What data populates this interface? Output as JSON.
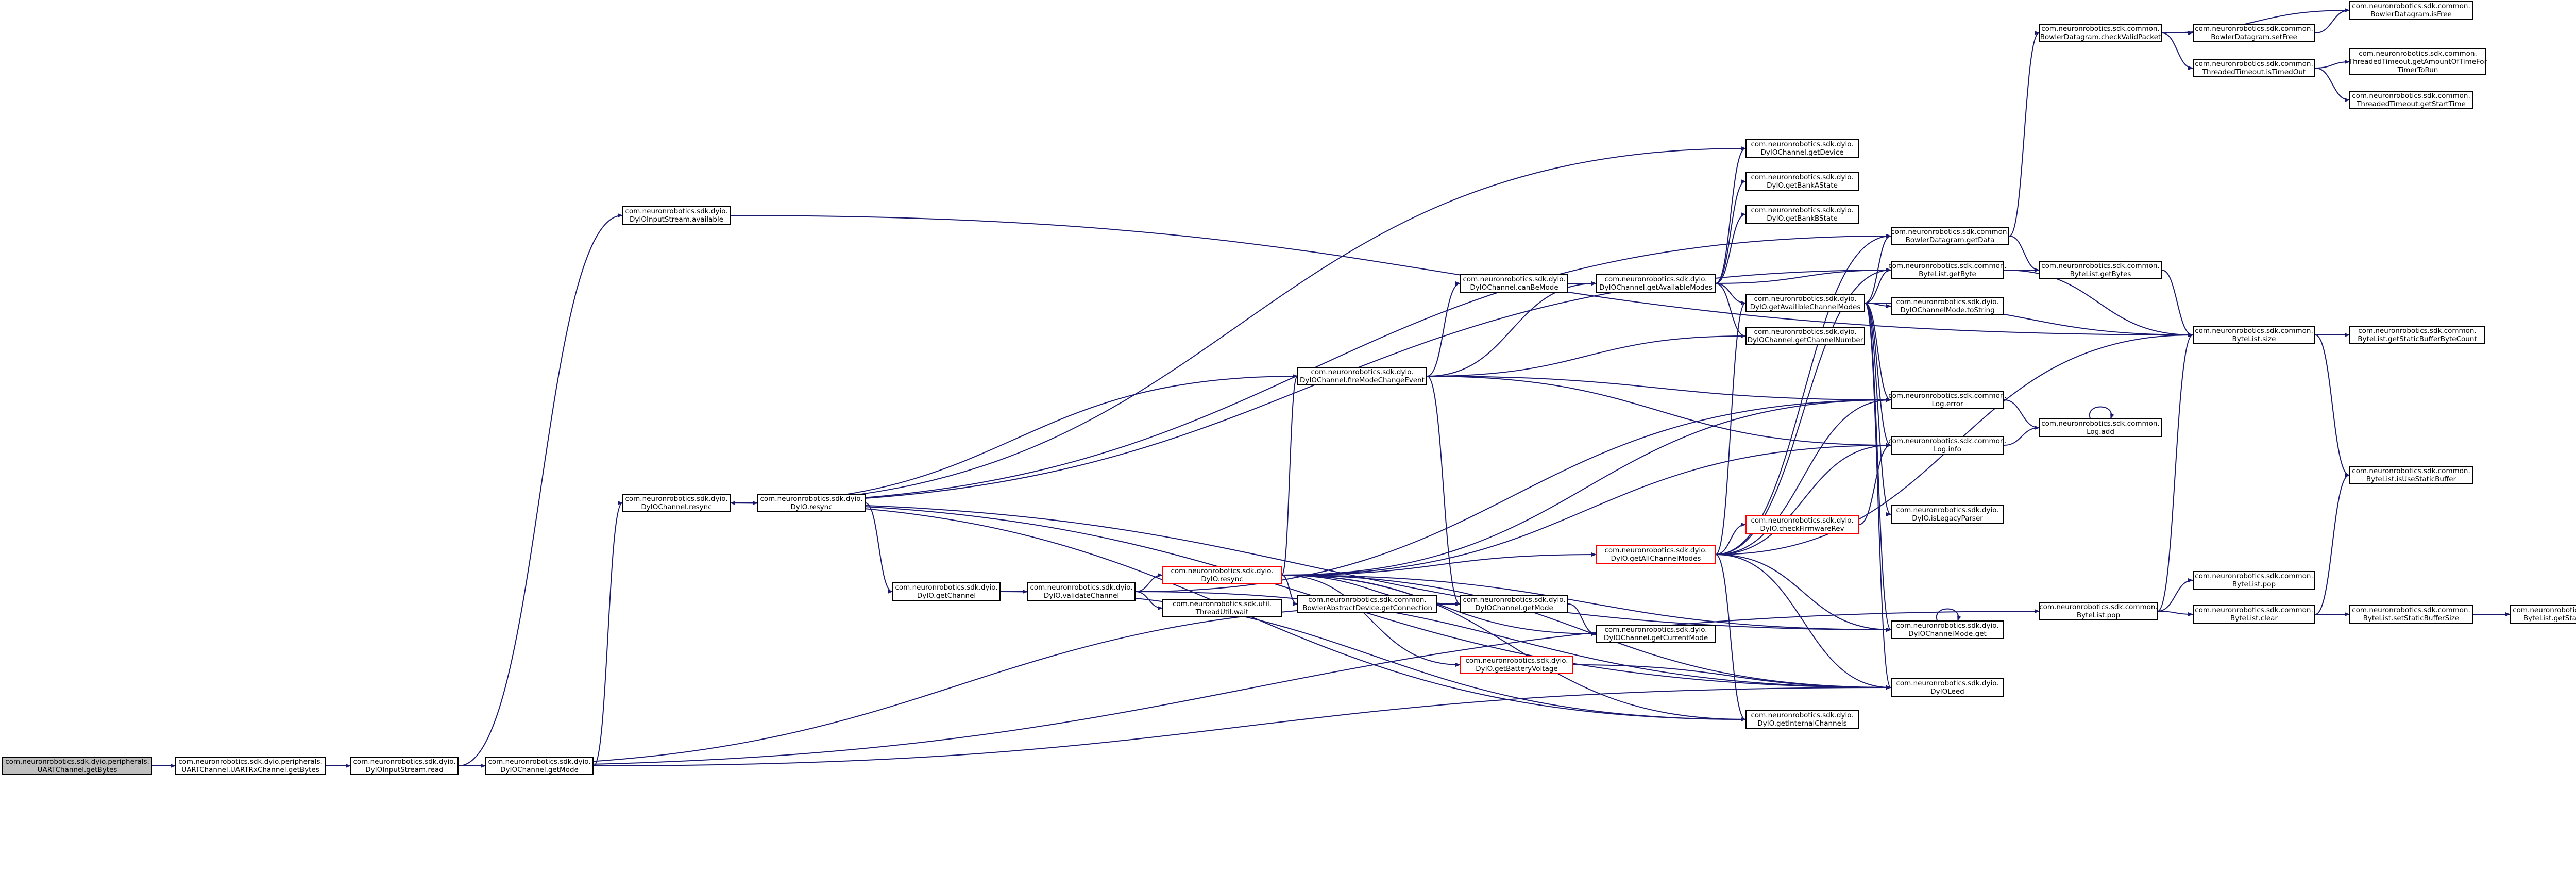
{
  "diagram": {
    "type": "call-graph",
    "edge_color": "#191970",
    "highlight_border_color": "#ff0000",
    "start_fill_color": "#bfbfbf",
    "nodes": [
      {
        "id": "n1",
        "lines": [
          "com.neuronrobotics.sdk.dyio.peripherals.",
          "UARTChannel.getBytes"
        ]
      },
      {
        "id": "n2",
        "lines": [
          "com.neuronrobotics.sdk.dyio.peripherals.",
          "UARTChannel.UARTRxChannel.getBytes"
        ]
      },
      {
        "id": "n3",
        "lines": [
          "com.neuronrobotics.sdk.dyio.",
          "DyIOInputStream.read"
        ]
      },
      {
        "id": "n4",
        "lines": [
          "com.neuronrobotics.sdk.dyio.",
          "DyIOInputStream.available"
        ]
      },
      {
        "id": "n5",
        "lines": [
          "com.neuronrobotics.sdk.dyio.",
          "DyIOChannel.getMode"
        ]
      },
      {
        "id": "n6",
        "lines": [
          "com.neuronrobotics.sdk.dyio.",
          "DyIOChannel.resync"
        ]
      },
      {
        "id": "n7",
        "lines": [
          "com.neuronrobotics.sdk.dyio.",
          "DyIO.resync"
        ]
      },
      {
        "id": "n8",
        "lines": [
          "com.neuronrobotics.sdk.dyio.",
          "DyIO.getChannel"
        ]
      },
      {
        "id": "n9",
        "lines": [
          "com.neuronrobotics.sdk.dyio.",
          "DyIO.validateChannel"
        ]
      },
      {
        "id": "n10",
        "lines": [
          "com.neuronrobotics.sdk.dyio.",
          "DyIO.resync"
        ]
      },
      {
        "id": "n11",
        "lines": [
          "com.neuronrobotics.sdk.util.",
          "ThreadUtil.wait"
        ]
      },
      {
        "id": "n12",
        "lines": [
          "com.neuronrobotics.sdk.dyio.",
          "DyIOChannel.fireModeChangeEvent"
        ]
      },
      {
        "id": "n13",
        "lines": [
          "com.neuronrobotics.sdk.common.",
          "BowlerAbstractDevice.getConnection"
        ]
      },
      {
        "id": "n14",
        "lines": [
          "com.neuronrobotics.sdk.dyio.",
          "DyIOChannel.getMode"
        ]
      },
      {
        "id": "n15",
        "lines": [
          "com.neuronrobotics.sdk.dyio.",
          "DyIO.getBatteryVoltage"
        ]
      },
      {
        "id": "n16",
        "lines": [
          "com.neuronrobotics.sdk.dyio.",
          "DyIOChannel.canBeMode"
        ]
      },
      {
        "id": "n17",
        "lines": [
          "com.neuronrobotics.sdk.dyio.",
          "DyIOChannel.getAvailableModes"
        ]
      },
      {
        "id": "n18",
        "lines": [
          "com.neuronrobotics.sdk.dyio.",
          "DyIO.getAllChannelModes"
        ]
      },
      {
        "id": "n19",
        "lines": [
          "com.neuronrobotics.sdk.dyio.",
          "DyIOChannel.getDevice"
        ]
      },
      {
        "id": "n20",
        "lines": [
          "com.neuronrobotics.sdk.dyio.",
          "DyIO.getBankAState"
        ]
      },
      {
        "id": "n21",
        "lines": [
          "com.neuronrobotics.sdk.dyio.",
          "DyIO.getBankBState"
        ]
      },
      {
        "id": "n22",
        "lines": [
          "com.neuronrobotics.sdk.dyio.",
          "DyIO.getAvailibleChannelModes"
        ]
      },
      {
        "id": "n23",
        "lines": [
          "com.neuronrobotics.sdk.dyio.",
          "DyIOChannel.getChannelNumber"
        ]
      },
      {
        "id": "n24",
        "lines": [
          "com.neuronrobotics.sdk.dyio.",
          "DyIO.checkFirmwareRev"
        ]
      },
      {
        "id": "n25",
        "lines": [
          "com.neuronrobotics.sdk.dyio.",
          "DyIOChannel.getCurrentMode"
        ]
      },
      {
        "id": "n26",
        "lines": [
          "com.neuronrobotics.sdk.dyio.",
          "DyIO.getInternalChannels"
        ]
      },
      {
        "id": "n27",
        "lines": [
          "com.neuronrobotics.sdk.dyio.",
          "DyIOChannelMode.toString"
        ]
      },
      {
        "id": "n28",
        "lines": [
          "com.neuronrobotics.sdk.common.",
          "Log.error"
        ]
      },
      {
        "id": "n29",
        "lines": [
          "com.neuronrobotics.sdk.common.",
          "Log.info"
        ]
      },
      {
        "id": "n30",
        "lines": [
          "com.neuronrobotics.sdk.dyio.",
          "DyIO.isLegacyParser"
        ]
      },
      {
        "id": "n31",
        "lines": [
          "com.neuronrobotics.sdk.dyio.",
          "DyIOChannelMode.get"
        ]
      },
      {
        "id": "n32",
        "lines": [
          "com.neuronrobotics.sdk.dyio.",
          "DyIOLeed"
        ]
      },
      {
        "id": "n33",
        "lines": [
          "com.neuronrobotics.sdk.common.",
          "BowlerDatagram.getData"
        ]
      },
      {
        "id": "n34",
        "lines": [
          "com.neuronrobotics.sdk.common.",
          "ByteList.getByte"
        ]
      },
      {
        "id": "n35",
        "lines": [
          "com.neuronrobotics.sdk.common.",
          "BowlerDatagram.checkValidPacket"
        ]
      },
      {
        "id": "n36",
        "lines": [
          "com.neuronrobotics.sdk.common.",
          "ByteList.pop"
        ]
      },
      {
        "id": "n37",
        "lines": [
          "com.neuronrobotics.sdk.common.",
          "BowlerDatagram.setFree"
        ]
      },
      {
        "id": "n38",
        "lines": [
          "com.neuronrobotics.sdk.common.",
          "ThreadedTimeout.isTimedOut"
        ]
      },
      {
        "id": "n39",
        "lines": [
          "com.neuronrobotics.sdk.common.",
          "ByteList.getBytes"
        ]
      },
      {
        "id": "n40",
        "lines": [
          "com.neuronrobotics.sdk.common.",
          "Log.add"
        ]
      },
      {
        "id": "n41",
        "lines": [
          "com.neuronrobotics.sdk.common.",
          "ByteList.pop"
        ]
      },
      {
        "id": "n42",
        "lines": [
          "com.neuronrobotics.sdk.common.",
          "ByteList.clear"
        ]
      },
      {
        "id": "n43",
        "lines": [
          "com.neuronrobotics.sdk.common.",
          "BowlerDatagram.isFree"
        ]
      },
      {
        "id": "n44",
        "lines": [
          "com.neuronrobotics.sdk.common.",
          "ThreadedTimeout.getAmountOfTimeFor",
          "TimerToRun"
        ]
      },
      {
        "id": "n45",
        "lines": [
          "com.neuronrobotics.sdk.common.",
          "ThreadedTimeout.getStartTime"
        ]
      },
      {
        "id": "n46",
        "lines": [
          "com.neuronrobotics.sdk.common.",
          "ByteList.size"
        ]
      },
      {
        "id": "n47",
        "lines": [
          "com.neuronrobotics.sdk.common.",
          "ByteList.getStaticBufferByteCount"
        ]
      },
      {
        "id": "n48",
        "lines": [
          "com.neuronrobotics.sdk.common.",
          "ByteList.isUseStaticBuffer"
        ]
      },
      {
        "id": "n49",
        "lines": [
          "com.neuronrobotics.sdk.common.",
          "ByteList.setStaticBufferSize"
        ]
      },
      {
        "id": "n50",
        "lines": [
          "com.neuronrobotics.sdk.common.",
          "ByteList.getStaticBufferSize"
        ]
      }
    ],
    "edges": [
      [
        "n1",
        "n2"
      ],
      [
        "n2",
        "n3"
      ],
      [
        "n3",
        "n4"
      ],
      [
        "n3",
        "n5"
      ],
      [
        "n3",
        "n14"
      ],
      [
        "n3",
        "n36"
      ],
      [
        "n4",
        "n46"
      ],
      [
        "n5",
        "n6"
      ],
      [
        "n5",
        "n32"
      ],
      [
        "n6",
        "n7"
      ],
      [
        "n7",
        "n6"
      ],
      [
        "n6",
        "n12"
      ],
      [
        "n6",
        "n19"
      ],
      [
        "n6",
        "n34"
      ],
      [
        "n6",
        "n33"
      ],
      [
        "n6",
        "n26"
      ],
      [
        "n6",
        "n32"
      ],
      [
        "n6",
        "n31"
      ],
      [
        "n7",
        "n8"
      ],
      [
        "n8",
        "n9"
      ],
      [
        "n8",
        "n26"
      ],
      [
        "n9",
        "n10"
      ],
      [
        "n9",
        "n11"
      ],
      [
        "n9",
        "n28"
      ],
      [
        "n9",
        "n32"
      ],
      [
        "n10",
        "n12"
      ],
      [
        "n10",
        "n13"
      ],
      [
        "n10",
        "n14"
      ],
      [
        "n10",
        "n15"
      ],
      [
        "n10",
        "n18"
      ],
      [
        "n10",
        "n26"
      ],
      [
        "n10",
        "n28"
      ],
      [
        "n10",
        "n29"
      ],
      [
        "n10",
        "n31"
      ],
      [
        "n10",
        "n32"
      ],
      [
        "n10",
        "n25"
      ],
      [
        "n12",
        "n16"
      ],
      [
        "n12",
        "n17"
      ],
      [
        "n12",
        "n23"
      ],
      [
        "n12",
        "n28"
      ],
      [
        "n12",
        "n29"
      ],
      [
        "n12",
        "n14"
      ],
      [
        "n14",
        "n25"
      ],
      [
        "n15",
        "n32"
      ],
      [
        "n16",
        "n17"
      ],
      [
        "n17",
        "n19"
      ],
      [
        "n17",
        "n20"
      ],
      [
        "n17",
        "n21"
      ],
      [
        "n17",
        "n22"
      ],
      [
        "n17",
        "n23"
      ],
      [
        "n17",
        "n34"
      ],
      [
        "n18",
        "n22"
      ],
      [
        "n18",
        "n24"
      ],
      [
        "n18",
        "n26"
      ],
      [
        "n18",
        "n28"
      ],
      [
        "n18",
        "n29"
      ],
      [
        "n18",
        "n31"
      ],
      [
        "n18",
        "n32"
      ],
      [
        "n18",
        "n33"
      ],
      [
        "n18",
        "n34"
      ],
      [
        "n18",
        "n46"
      ],
      [
        "n22",
        "n27"
      ],
      [
        "n22",
        "n28"
      ],
      [
        "n22",
        "n29"
      ],
      [
        "n22",
        "n30"
      ],
      [
        "n22",
        "n31"
      ],
      [
        "n22",
        "n32"
      ],
      [
        "n22",
        "n33"
      ],
      [
        "n22",
        "n34"
      ],
      [
        "n22",
        "n46"
      ],
      [
        "n24",
        "n29"
      ],
      [
        "n31",
        "n31"
      ],
      [
        "n28",
        "n40"
      ],
      [
        "n29",
        "n40"
      ],
      [
        "n40",
        "n40"
      ],
      [
        "n33",
        "n35"
      ],
      [
        "n33",
        "n39"
      ],
      [
        "n34",
        "n39"
      ],
      [
        "n35",
        "n37"
      ],
      [
        "n35",
        "n38"
      ],
      [
        "n35",
        "n43"
      ],
      [
        "n37",
        "n43"
      ],
      [
        "n38",
        "n44"
      ],
      [
        "n38",
        "n45"
      ],
      [
        "n39",
        "n46"
      ],
      [
        "n34",
        "n46"
      ],
      [
        "n36",
        "n41"
      ],
      [
        "n36",
        "n42"
      ],
      [
        "n36",
        "n46"
      ],
      [
        "n42",
        "n49"
      ],
      [
        "n42",
        "n48"
      ],
      [
        "n49",
        "n50"
      ],
      [
        "n46",
        "n47"
      ],
      [
        "n46",
        "n48"
      ]
    ]
  }
}
